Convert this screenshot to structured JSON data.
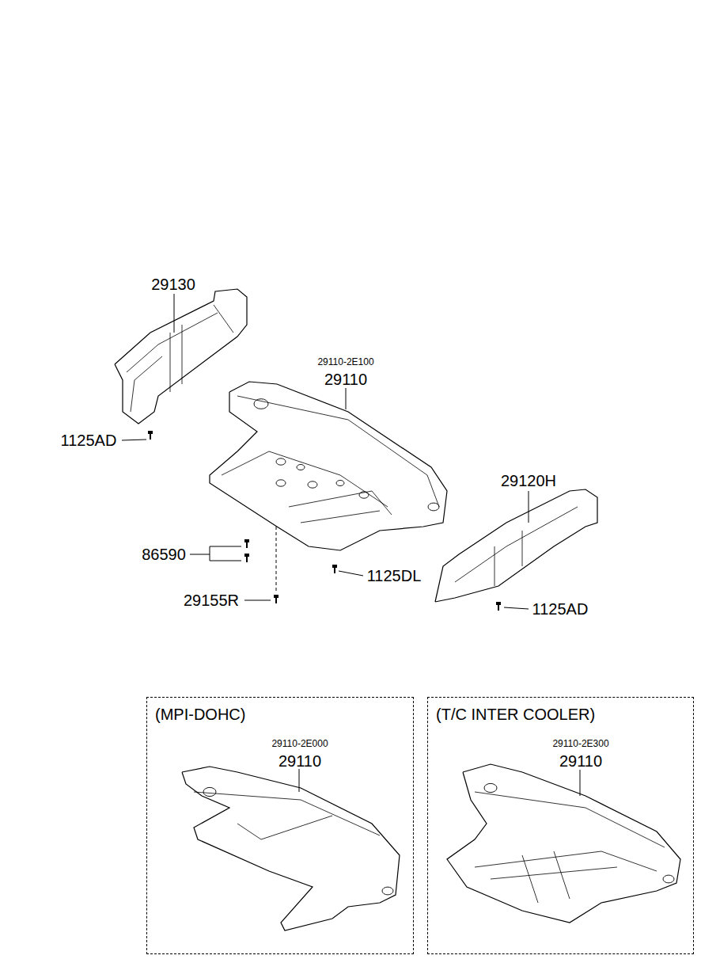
{
  "diagram": {
    "nodes": [
      {
        "text": [
          "(MPI-DOHC)",
          "29110-2E000",
          "29110"
        ]
      },
      {
        "text": [
          "(T/C INTER COOLER)",
          "29110-2E300",
          "29110"
        ]
      }
    ],
    "labels": [
      "29130",
      "29110-2E100",
      "29110",
      "1125AD",
      "29120H",
      "86590",
      "1125DL",
      "29155R",
      "1125AD"
    ]
  }
}
